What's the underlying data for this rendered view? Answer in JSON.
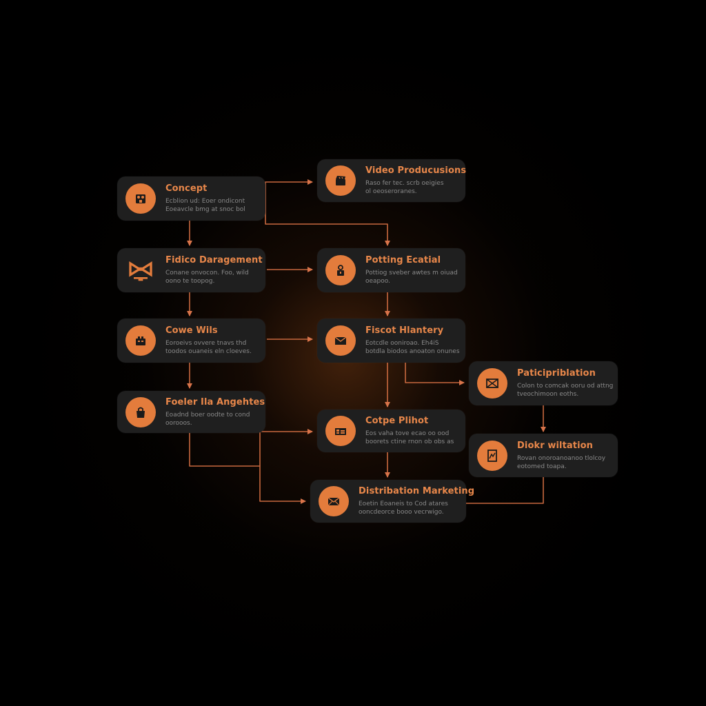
{
  "colors": {
    "background": "#000000",
    "node": "#1f1f1f",
    "accent": "#e37c3c",
    "title": "#e8874a",
    "text": "#8a8a8a"
  },
  "nodes": [
    {
      "id": "concept",
      "title": "Concept",
      "desc": [
        "Ecblion ud: Eoer ondicont",
        "Eoeavcle bmg at snoc bol"
      ],
      "icon": "film-reel-icon"
    },
    {
      "id": "video-productions",
      "title": "Video Producusions",
      "desc": [
        "Raso fer tec. scrb oeigies",
        "ol oeoseroranes."
      ],
      "icon": "clapperboard-icon"
    },
    {
      "id": "fidico-daragement",
      "title": "Fidico Daragement",
      "desc": [
        "Conane onvocon. Foo, wild",
        "oono te toopog."
      ],
      "icon": "bowtie-icon"
    },
    {
      "id": "potting-ecatial",
      "title": "Potting Ecatial",
      "desc": [
        "Pottiog sveber awtes m oiuad",
        "oeapoo."
      ],
      "icon": "person-icon"
    },
    {
      "id": "cowe-wils",
      "title": "Cowe Wils",
      "desc": [
        "Eoroeivs ovvere tnavs thd",
        "toodos ouaneis eln cloeves."
      ],
      "icon": "toolbox-icon"
    },
    {
      "id": "fiscot-hlantery",
      "title": "Fiscot Hlantery",
      "desc": [
        "Eotcdle ooniroao. Eh4iS",
        "botdla biodos anoaton onunes"
      ],
      "icon": "envelope-icon"
    },
    {
      "id": "paticipriblation",
      "title": "Paticipriblation",
      "desc": [
        "Colon to comcak ooru od attng",
        "tveochimoon eoths."
      ],
      "icon": "envelope-icon"
    },
    {
      "id": "foeler-ila-angehtes",
      "title": "Foeler Ila Angehtes",
      "desc": [
        "Eoadnd boer oodte to cond",
        "oorooos."
      ],
      "icon": "bag-icon"
    },
    {
      "id": "cotpe-plihot",
      "title": "Cotpe Plihot",
      "desc": [
        "Eos vaha tove ecao oo ood",
        "boorets ctine rnon ob obs as"
      ],
      "icon": "camera-icon"
    },
    {
      "id": "diokr-wiltation",
      "title": "Diokr wiltation",
      "desc": [
        "Rovan onoroanoanoo tlolcoy",
        "eotomed toapa."
      ],
      "icon": "picture-frame-icon"
    },
    {
      "id": "distribation-marketing",
      "title": "Distribation Marketing",
      "desc": [
        "Eoetin Eoaneis to Cod atares",
        "ooncdeorce booo vecrwigo."
      ],
      "icon": "envelope-icon"
    }
  ]
}
